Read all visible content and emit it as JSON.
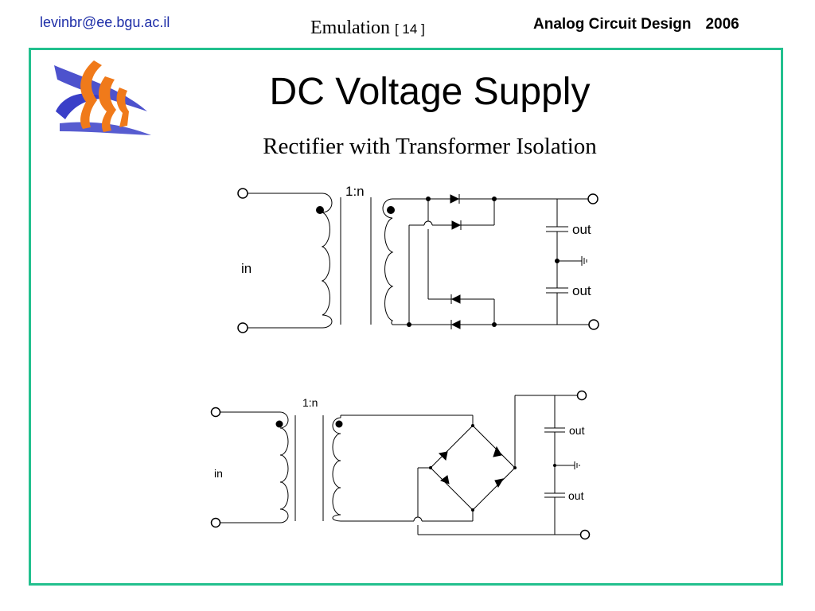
{
  "header": {
    "email": "levinbr@ee.bgu.ac.il",
    "section": "Emulation",
    "page": "[ 14 ]",
    "course": "Analog Circuit Design",
    "year": "2006"
  },
  "slide": {
    "title": "DC Voltage Supply",
    "subtitle": "Rectifier with Transformer Isolation"
  },
  "circuit_top": {
    "ratio": "1:n",
    "input_label": "in",
    "out_upper": "out",
    "out_lower": "out"
  },
  "circuit_bottom": {
    "ratio": "1:n",
    "input_label": "in",
    "out_upper": "out",
    "out_lower": "out"
  },
  "colors": {
    "frame": "#22c08e",
    "email": "#1f2fa8",
    "logo_blue": "#3a3fc8",
    "logo_orange": "#f07a1a"
  }
}
